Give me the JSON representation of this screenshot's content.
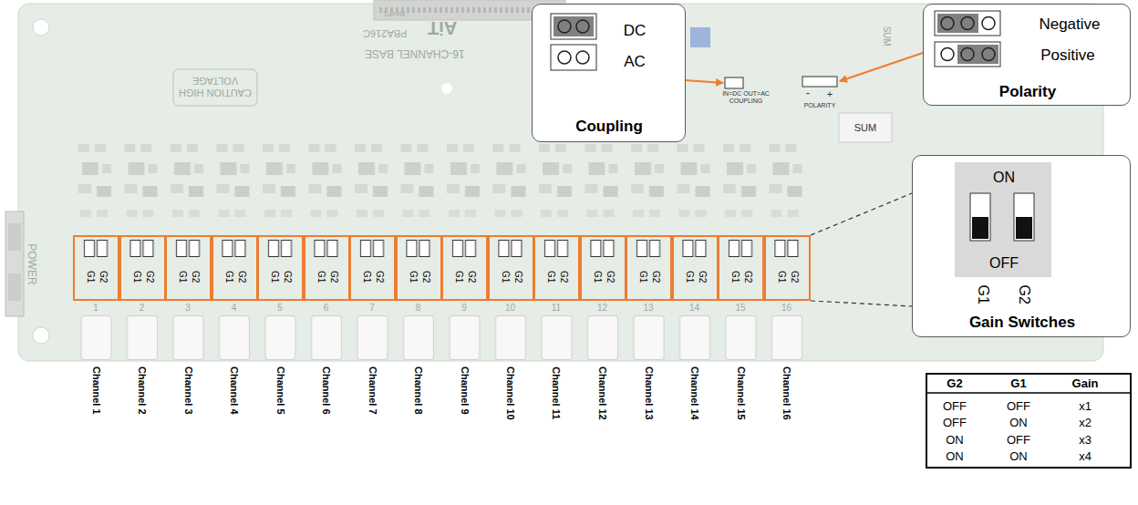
{
  "diagram": {
    "nodes": [
      {
        "text": [
          "DC",
          "AC",
          "Coupling"
        ]
      },
      {
        "text": [
          "Negative",
          "Positive",
          "Polarity"
        ]
      },
      {
        "text": [
          "G1",
          "G2"
        ]
      },
      {
        "text": [
          "G1",
          "G2"
        ]
      },
      {
        "text": [
          "G1",
          "G2"
        ]
      },
      {
        "text": [
          "G1",
          "G2"
        ]
      },
      {
        "text": [
          "G1",
          "G2"
        ]
      },
      {
        "text": [
          "G1",
          "G2"
        ]
      },
      {
        "text": [
          "G1",
          "G2"
        ]
      },
      {
        "text": [
          "G1",
          "G2"
        ]
      },
      {
        "text": [
          "G1",
          "G2"
        ]
      },
      {
        "text": [
          "G1",
          "G2"
        ]
      },
      {
        "text": [
          "G1",
          "G2"
        ]
      },
      {
        "text": [
          "G1",
          "G2"
        ]
      },
      {
        "text": [
          "G1",
          "G2"
        ]
      },
      {
        "text": [
          "G1",
          "G2"
        ]
      },
      {
        "text": [
          "G1",
          "G2"
        ]
      },
      {
        "text": [
          "G1",
          "G2"
        ]
      },
      {
        "text": [
          "ON",
          "OFF",
          "G1",
          "G2",
          "Gain Switches"
        ]
      }
    ],
    "labels": [
      "AiT",
      "RevP1",
      "PBA216C",
      "16-CHANNEL BASE",
      "CAUTION HIGH VOLTAGE",
      "POWER",
      "IN=DC OUT=AC COUPLING",
      "-",
      "+",
      "POLARITY",
      "SUM",
      "SUM",
      "1",
      "2",
      "3",
      "4",
      "5",
      "6",
      "7",
      "8",
      "9",
      "10",
      "11",
      "12",
      "13",
      "14",
      "15",
      "16",
      "Channel 1",
      "Channel 2",
      "Channel 3",
      "Channel 4",
      "Channel 5",
      "Channel 6",
      "Channel 7",
      "Channel 8",
      "Channel 9",
      "Channel 10",
      "Channel 11",
      "Channel 12",
      "Channel 13",
      "Channel 14",
      "Channel 15",
      "Channel 16",
      "G2",
      "G1",
      "Gain",
      "OFF",
      "OFF",
      "x1",
      "OFF",
      "ON",
      "x2",
      "ON",
      "OFF",
      "x3",
      "ON",
      "ON",
      "x4"
    ]
  }
}
